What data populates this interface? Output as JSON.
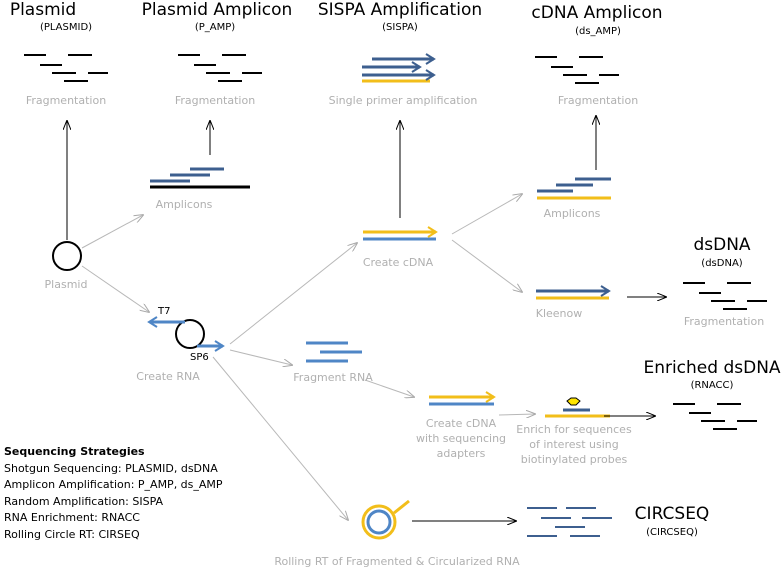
{
  "titles": {
    "plasmid": "Plasmid",
    "plasmid_code": "(PLASMID)",
    "plasmid_amplicon": "Plasmid Amplicon",
    "plasmid_amplicon_code": "(P_AMP)",
    "sispa": "SISPA Amplification",
    "sispa_code": "(SISPA)",
    "cdna_amplicon": "cDNA Amplicon",
    "cdna_amplicon_code": "(ds_AMP)",
    "dsdna": "dsDNA",
    "dsdna_code": "(dsDNA)",
    "enriched": "Enriched dsDNA",
    "enriched_code": "(RNACC)",
    "circseq": "CIRCSEQ",
    "circseq_code": "(CIRCSEQ)"
  },
  "steps": {
    "fragmentation": "Fragmentation",
    "single_primer": "Single primer amplification",
    "amplicons": "Amplicons",
    "plasmid": "Plasmid",
    "create_cdna": "Create cDNA",
    "kleenow": "Kleenow",
    "create_rna": "Create RNA",
    "fragment_rna": "Fragment RNA",
    "create_cdna_adapters_1": "Create cDNA",
    "create_cdna_adapters_2": "with sequencing",
    "create_cdna_adapters_3": "adapters",
    "enrich_1": "Enrich for sequences",
    "enrich_2": "of interest using",
    "enrich_3": "biotinylated probes",
    "rolling_rt": "Rolling RT of Fragmented & Circularized RNA"
  },
  "labels": {
    "t7": "T7",
    "sp6": "SP6"
  },
  "legend": {
    "heading": "Sequencing Strategies",
    "lines": [
      "Shotgun Sequencing: PLASMID, dsDNA",
      "Amplicon Amplification: P_AMP, ds_AMP",
      "Random Amplification: SISPA",
      "RNA Enrichment: RNACC",
      "Rolling Circle RT: CIRSEQ"
    ]
  },
  "colors": {
    "blue_strand": "#3d5f8f",
    "light_blue_strand": "#4f86c6",
    "yellow_strand": "#f2be1a",
    "black_fragment": "#000000",
    "grey_arrow": "#b8b8b8",
    "grey_text": "#b0b0b0"
  }
}
